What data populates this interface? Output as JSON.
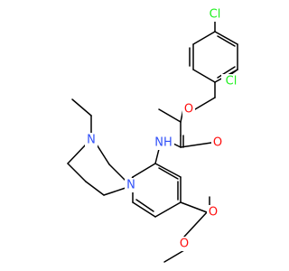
{
  "molecule": {
    "atom_labels": {
      "cl_top": "Cl",
      "cl_ring": "Cl",
      "ether_o": "O",
      "nh": "NH",
      "amide_o": "O",
      "ring_n_top": "N",
      "ring_n_bottom": "N",
      "ester_o_carbonyl": "O",
      "ester_o_methoxy": "O"
    },
    "colors": {
      "bond": "#000000",
      "carbon": "#000000",
      "nitrogen": "#3050F8",
      "oxygen": "#FF0D0D",
      "chlorine": "#1FF01F"
    }
  }
}
